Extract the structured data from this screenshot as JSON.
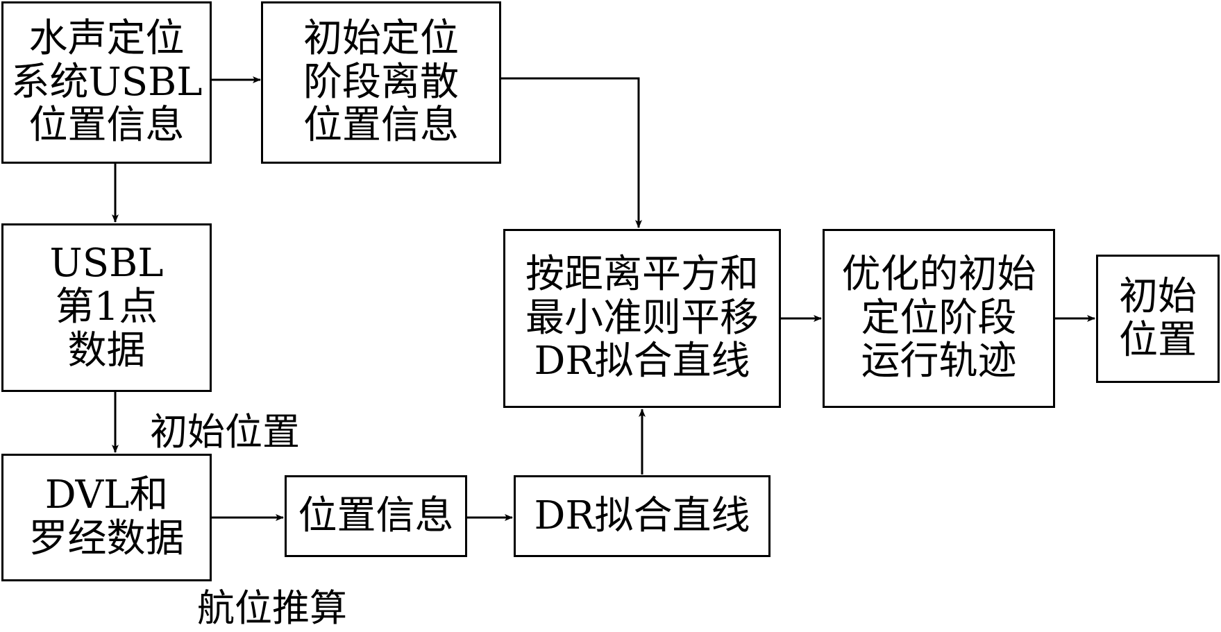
{
  "nodes": {
    "usbl_position": {
      "lines": [
        "水声定位",
        "系统USBL",
        "位置信息"
      ]
    },
    "initial_discrete": {
      "lines": [
        "初始定位",
        "阶段离散",
        "位置信息"
      ]
    },
    "usbl_first_point": {
      "lines": [
        "USBL",
        "第1点",
        "数据"
      ]
    },
    "dvl_compass": {
      "lines": [
        "DVL和",
        "罗经数据"
      ]
    },
    "position_info": {
      "lines": [
        "位置信息"
      ]
    },
    "dr_fit_line": {
      "lines": [
        "DR拟合直线"
      ]
    },
    "shift_fit": {
      "lines": [
        "按距离平方和",
        "最小准则平移",
        "DR拟合直线"
      ]
    },
    "optimized_track": {
      "lines": [
        "优化的初始",
        "定位阶段",
        "运行轨迹"
      ]
    },
    "initial_position_out": {
      "lines": [
        "初始",
        "位置"
      ]
    }
  },
  "labels": {
    "initial_position": "初始位置",
    "dead_reckoning": "航位推算"
  }
}
